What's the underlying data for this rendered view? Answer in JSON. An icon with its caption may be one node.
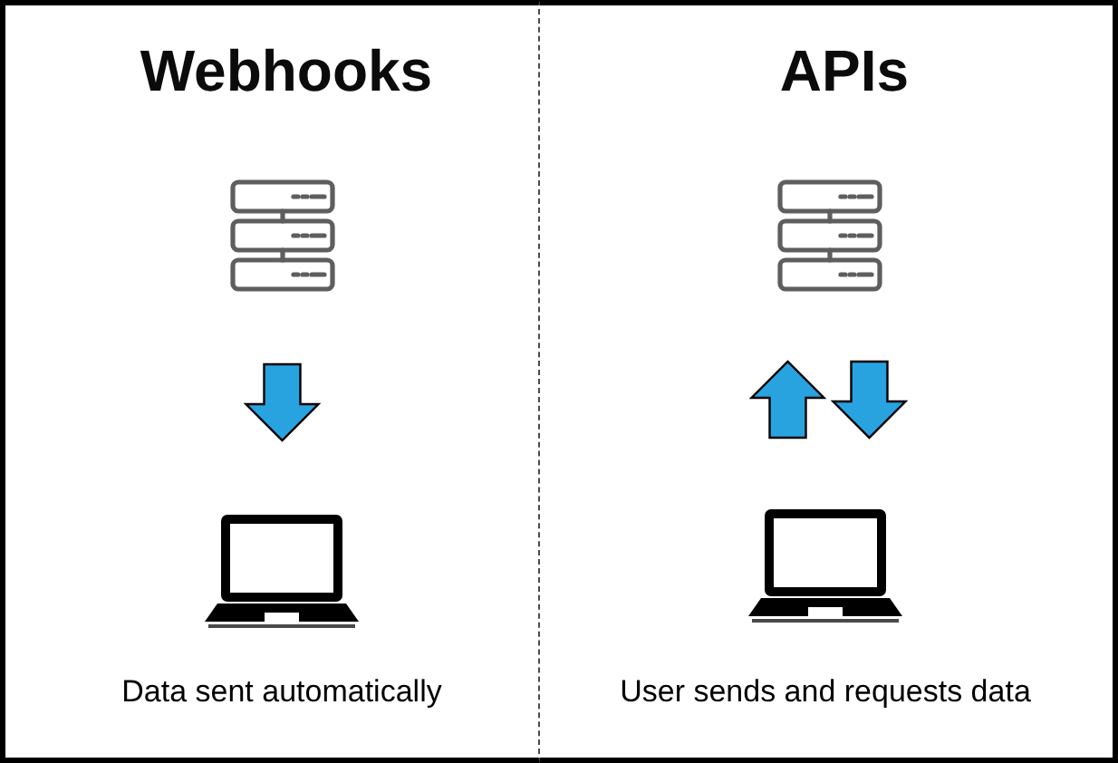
{
  "diagram": {
    "nodes": [
      {
        "text": [
          "Webhooks"
        ]
      },
      {
        "text": [],
        "shape": "picture",
        "in": 0
      },
      {
        "text": [],
        "shape": "picture",
        "in": 0,
        "beside": [
          "Data sent automatically"
        ]
      },
      {
        "text": [
          "APIs"
        ]
      },
      {
        "text": [],
        "shape": "picture",
        "in": 3
      },
      {
        "text": [],
        "shape": "picture",
        "in": 3,
        "beside": [
          "User sends and requests data"
        ]
      }
    ],
    "edges": [
      {
        "from": 1,
        "to": 2,
        "arrow": "to"
      },
      {
        "from": 5,
        "to": 4,
        "arrow": "to"
      },
      {
        "from": 4,
        "to": 5,
        "arrow": "to"
      }
    ]
  }
}
